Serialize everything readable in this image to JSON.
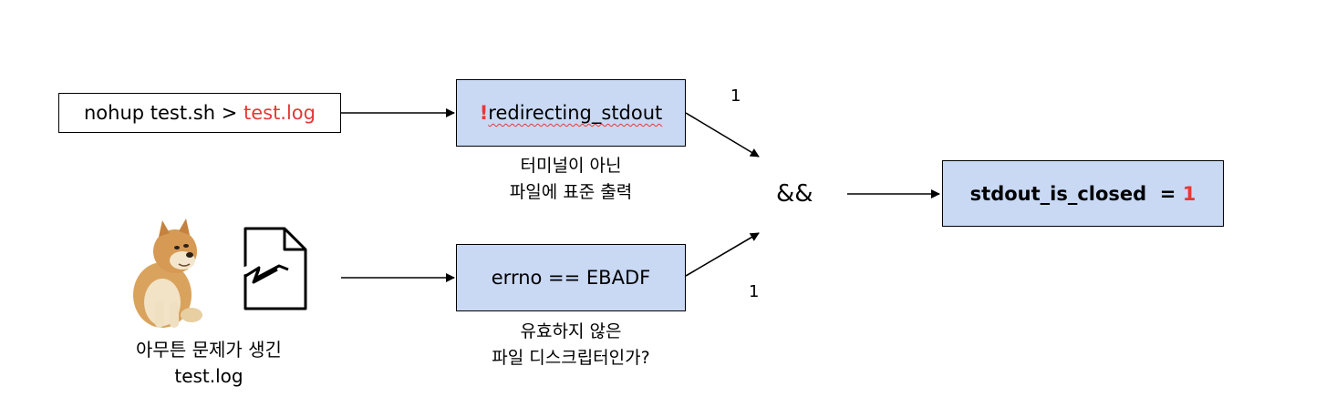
{
  "source_box": {
    "text_plain": "nohup test.sh > ",
    "text_red": "test.log"
  },
  "check1": {
    "bang": "!",
    "text": "redirecting_stdout",
    "caption_line1": "터미널이 아닌",
    "caption_line2": "파일에 표준 출력"
  },
  "check2": {
    "text": "errno == EBADF",
    "caption_line1": "유효하지 않은",
    "caption_line2": "파일 디스크립터인가?"
  },
  "broken_file": {
    "caption_line1": "아무튼 문제가 생긴",
    "caption_line2": "test.log"
  },
  "edge_labels": {
    "top": "1",
    "bottom": "1"
  },
  "operator": "&&",
  "result": {
    "text": "stdout_is_closed  = ",
    "value": "1"
  },
  "colors": {
    "box_fill": "#c9d9f4",
    "accent_red": "#e53935"
  },
  "icons": {
    "dog": "cheems-dog-icon",
    "file": "broken-file-icon"
  }
}
